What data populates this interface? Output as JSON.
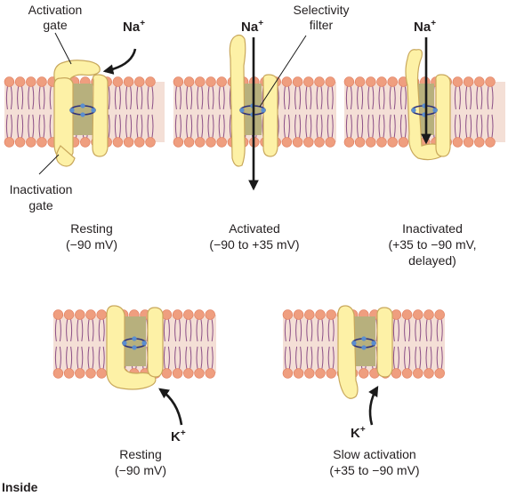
{
  "colors": {
    "membrane_band": "#f4dfd6",
    "lipid_head": "#ef9e7f",
    "lipid_tail": "#8b4f86",
    "channel_protein": "#fdf1a6",
    "pore": "#b7b07d",
    "filter_ring": "#2b2f7a",
    "filter_dots": "#5a8ed0"
  },
  "labels": {
    "activation_gate_1": "Activation",
    "activation_gate_2": "gate",
    "selectivity_filter_1": "Selectivity",
    "selectivity_filter_2": "filter",
    "inactivation_gate_1": "Inactivation",
    "inactivation_gate_2": "gate",
    "inside": "Inside"
  },
  "ions": {
    "na": "Na",
    "k": "K",
    "charge": "+"
  },
  "states": {
    "na_resting": {
      "line1": "Resting",
      "line2": "(−90 mV)"
    },
    "na_activated": {
      "line1": "Activated",
      "line2": "(−90 to +35 mV)"
    },
    "na_inactivated": {
      "line1": "Inactivated",
      "line2": "(+35 to −90 mV,",
      "line3": "delayed)"
    },
    "k_resting": {
      "line1": "Resting",
      "line2": "(−90 mV)"
    },
    "k_slow": {
      "line1": "Slow activation",
      "line2": "(+35 to −90 mV)"
    }
  }
}
